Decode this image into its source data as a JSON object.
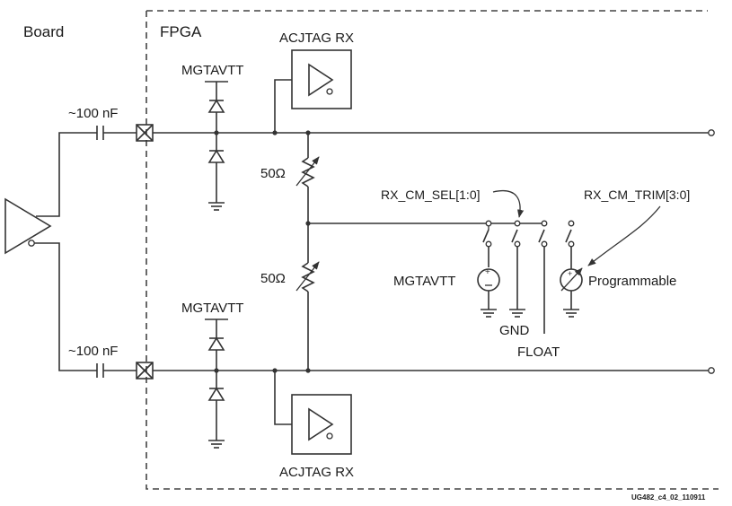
{
  "labels": {
    "board": "Board",
    "fpga": "FPGA",
    "acjtag_top": "ACJTAG RX",
    "acjtag_bottom": "ACJTAG RX",
    "mgtavtt_top": "MGTAVTT",
    "mgtavtt_bottom": "MGTAVTT",
    "mgtavtt_source": "MGTAVTT",
    "cap_top": "~100 nF",
    "cap_bottom": "~100 nF",
    "res_top": "50Ω",
    "res_bottom": "50Ω",
    "rx_cm_sel": "RX_CM_SEL[1:0]",
    "rx_cm_trim": "RX_CM_TRIM[3:0]",
    "programmable": "Programmable",
    "gnd": "GND",
    "float": "FLOAT",
    "figure_id": "UG482_c4_02_110911"
  },
  "colors": {
    "wire": "#333333",
    "text": "#1a1a1a"
  }
}
